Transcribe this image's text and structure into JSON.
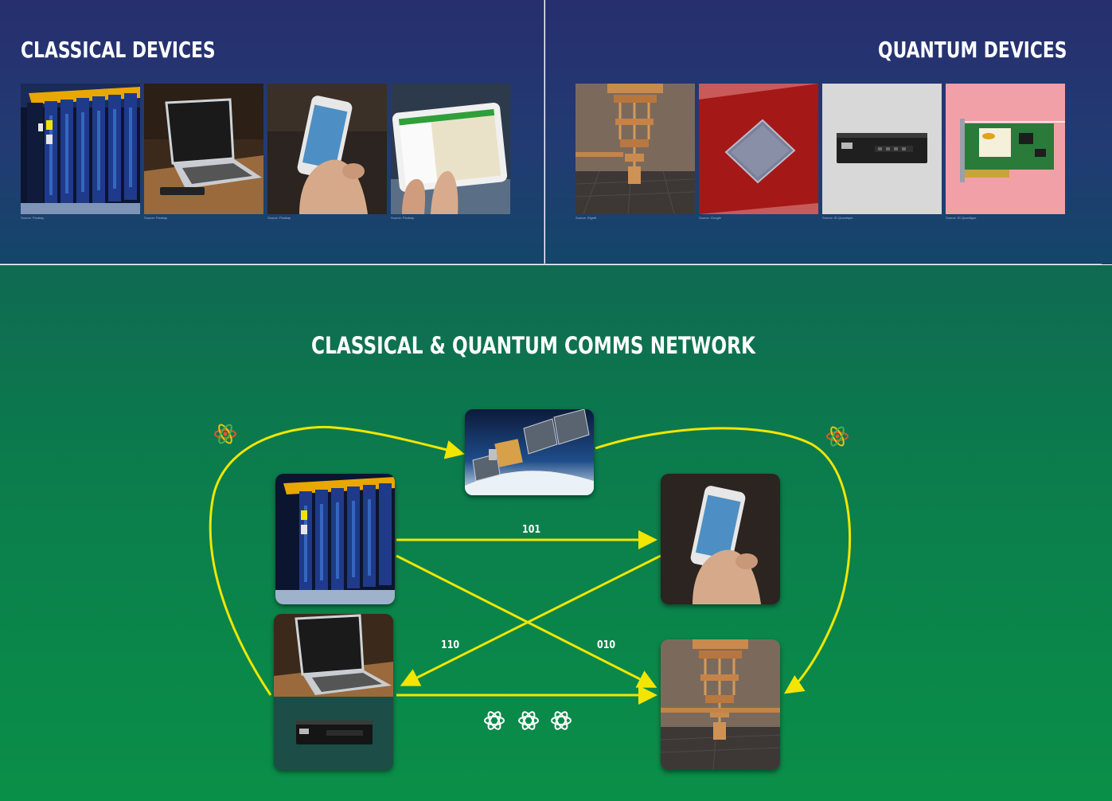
{
  "classical_panel": {
    "title": "CLASSICAL DEVICES",
    "devices": [
      {
        "icon": "supercomputer-icon",
        "credit": "Source: Pixabay"
      },
      {
        "icon": "laptop-icon",
        "credit": "Source: Pixabay"
      },
      {
        "icon": "smartphone-icon",
        "credit": "Source: Pixabay"
      },
      {
        "icon": "tablet-icon",
        "credit": "Source: Pixabay"
      }
    ]
  },
  "quantum_panel": {
    "title": "QUANTUM DEVICES",
    "devices": [
      {
        "icon": "dilution-refrigerator-icon",
        "credit": "Source: Rigetti"
      },
      {
        "icon": "quantum-chip-icon",
        "credit": "Source: Google"
      },
      {
        "icon": "quantum-rng-box-icon",
        "credit": "Source: ID Quantique"
      },
      {
        "icon": "quantum-pcie-card-icon",
        "credit": "Source: ID Quantique"
      }
    ]
  },
  "network": {
    "title": "CLASSICAL & QUANTUM COMMS NETWORK",
    "edges": [
      {
        "label": "101"
      },
      {
        "label": "110"
      },
      {
        "label": "010"
      }
    ]
  },
  "colors": {
    "arrow": "#f2e600",
    "top_panel": "#272f6e",
    "network_bg": "#0a8f48",
    "atom_accent": "#e8542a"
  }
}
